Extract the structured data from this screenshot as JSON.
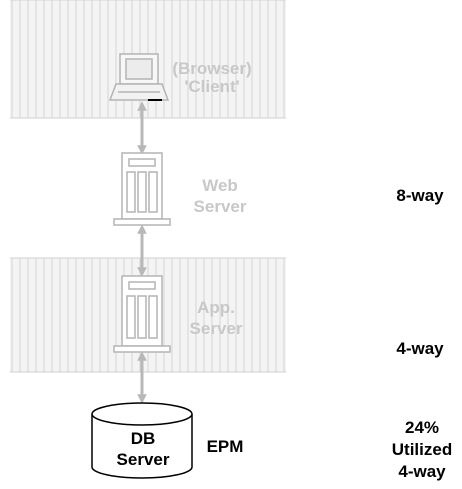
{
  "tiers": {
    "client": {
      "label_line1": "(Browser)",
      "label_line2": "'Client'"
    },
    "web_server": {
      "label_line1": "Web",
      "label_line2": "Server",
      "capacity": "8-way"
    },
    "app_server": {
      "label_line1": "App.",
      "label_line2": "Server",
      "capacity": "4-way"
    },
    "db_server": {
      "label_line1": "DB",
      "label_line2": "Server",
      "tag": "EPM",
      "utilization_line1": "24%",
      "utilization_line2": "Utilized",
      "utilization_line3": "4-way"
    }
  },
  "icons": {
    "client": "laptop-icon",
    "web_server": "server-tower-icon",
    "app_server": "server-tower-icon",
    "db_server": "database-cylinder-icon",
    "connectors": "double-arrow-icon"
  },
  "colors": {
    "band_fill": "#f4f4f4",
    "band_lines": "#d2d2d2",
    "faded_text": "#c8c8c8",
    "faded_icon": "#b4b4b4",
    "arrow": "#b8b8b8",
    "primary_text": "#000000"
  }
}
